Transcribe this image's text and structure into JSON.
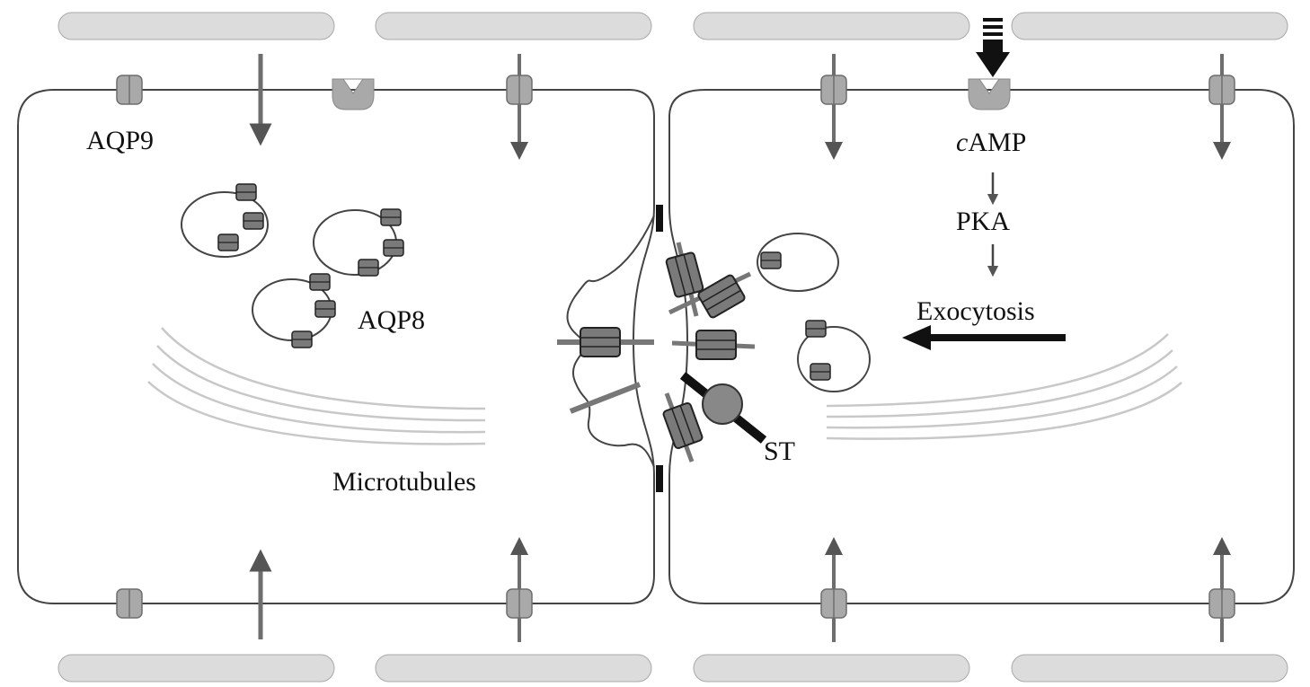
{
  "labels": {
    "aqp9": "AQP9",
    "aqp8": "AQP8",
    "microtubules": "Microtubules",
    "camp_prefix": "c",
    "camp_rest": "AMP",
    "pka": "PKA",
    "exocytosis": "Exocytosis",
    "st": "ST"
  },
  "colors": {
    "membrane": "#444444",
    "bar_fill": "#dcdcdc",
    "bar_stroke": "#a8a8a8",
    "channel_fill": "#a9a9a9",
    "channel_stroke": "#6e6e6e",
    "aqp8_fill": "#777777",
    "arrow_dark": "#111111",
    "microtubule": "#c8c8c8"
  },
  "icons": {
    "receptor": "receptor-icon",
    "channel": "aquaporin-channel-icon",
    "vesicle": "vesicle-icon",
    "arrow": "arrow-icon"
  }
}
